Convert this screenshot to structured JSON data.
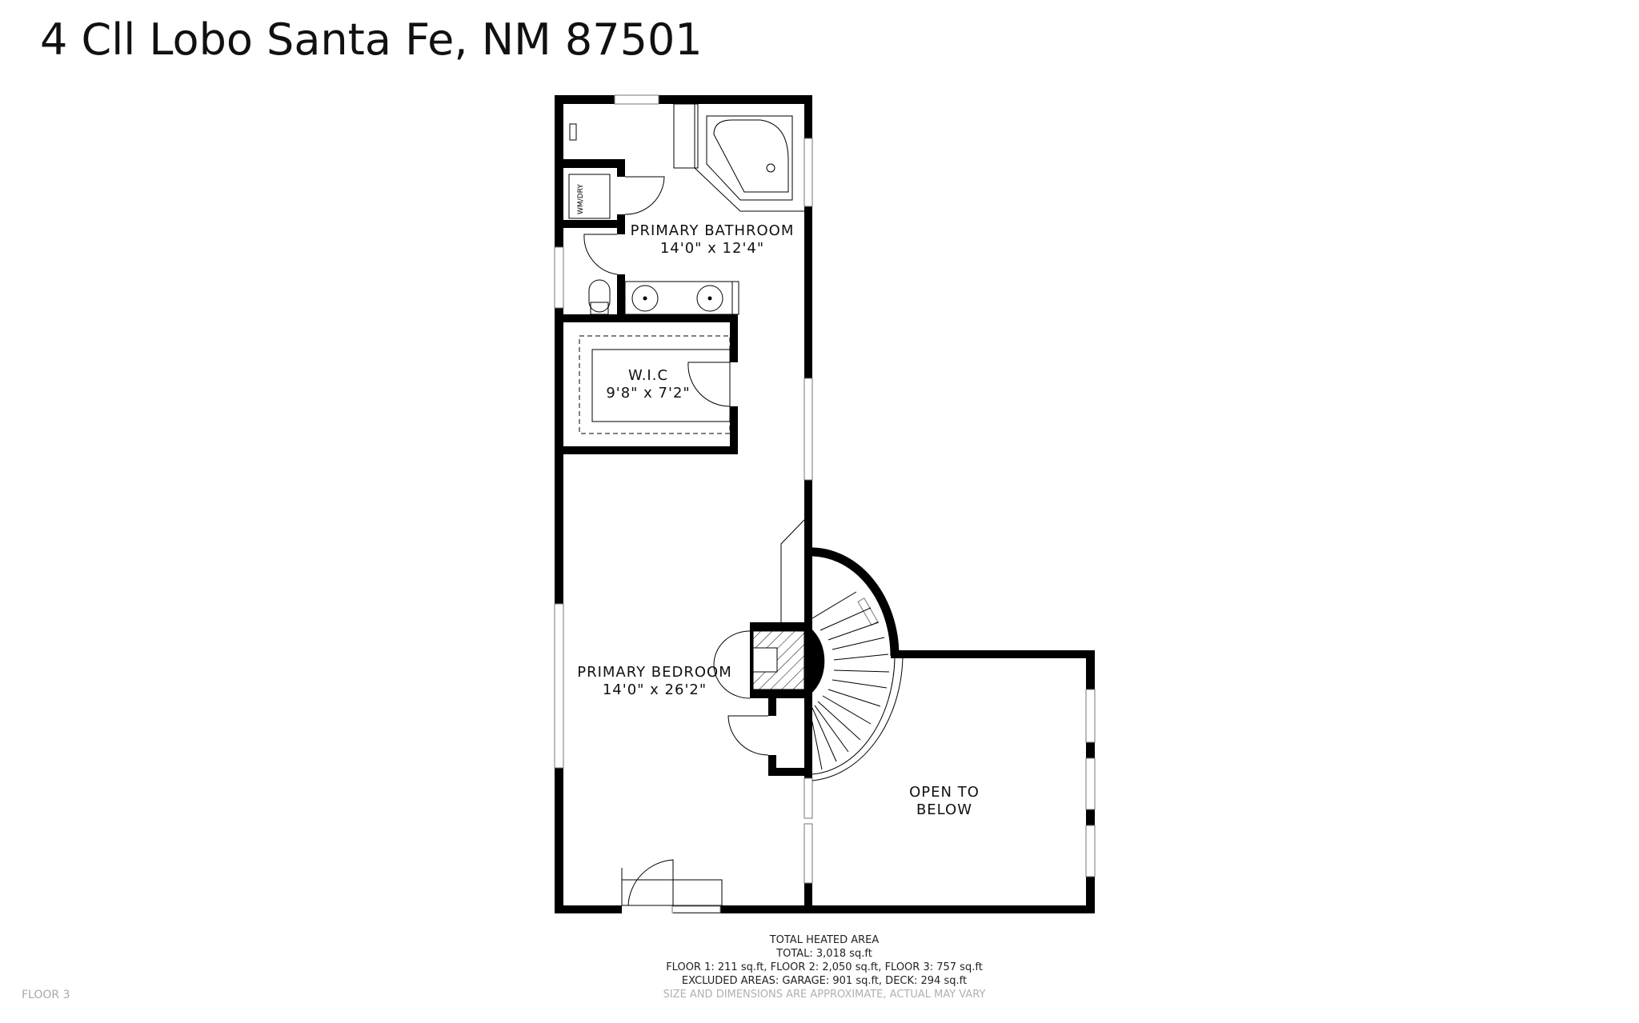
{
  "header": {
    "address": "4 Cll Lobo Santa Fe, NM 87501"
  },
  "rooms": [
    {
      "name": "PRIMARY BATHROOM",
      "dimensions": "14'0\" x 12'4\""
    },
    {
      "name": "W.I.C",
      "dimensions": "9'8\" x 7'2\""
    },
    {
      "name": "PRIMARY BEDROOM",
      "dimensions": "14'0\" x 26'2\""
    },
    {
      "name": "OPEN TO BELOW",
      "dimensions": ""
    }
  ],
  "fixtures": {
    "laundry_label": "WM/DRY"
  },
  "area_summary": {
    "heading": "TOTAL HEATED AREA",
    "total": "TOTAL: 3,018 sq.ft",
    "floors": "FLOOR 1: 211 sq.ft, FLOOR 2: 2,050 sq.ft, FLOOR 3: 757 sq.ft",
    "excluded": "EXCLUDED AREAS: GARAGE: 901 sq.ft, DECK: 294 sq.ft",
    "disclaimer": "SIZE AND DIMENSIONS ARE APPROXIMATE, ACTUAL MAY VARY"
  },
  "floor_tag": "FLOOR 3",
  "colors": {
    "wall": "#000000",
    "background": "#ffffff",
    "muted_text": "#b0b0b0"
  }
}
